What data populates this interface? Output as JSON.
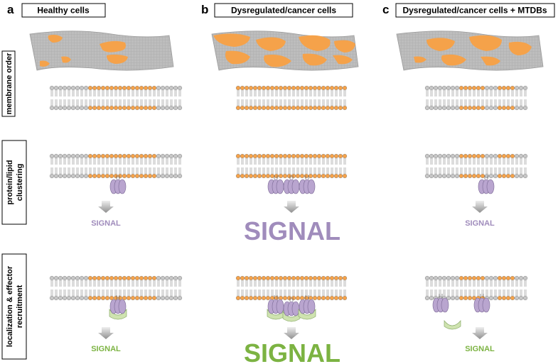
{
  "panels": [
    {
      "letter": "a",
      "title": "Healthy cells"
    },
    {
      "letter": "b",
      "title": "Dysregulated/cancer cells"
    },
    {
      "letter": "c",
      "title": "Dysregulated/cancer cells + MTDBs"
    }
  ],
  "row_labels": {
    "membrane_order": "membrane order",
    "clustering_line1": "protein/lipid",
    "clustering_line2": "clustering",
    "localization_line1": "localization & effector",
    "localization_line2": "recruitment"
  },
  "signal_word": "SIGNAL",
  "colors": {
    "lipid_ordered": "#f5a24a",
    "lipid_disordered": "#c6c6c6",
    "membrane_surface": "#b9b9b9",
    "protein": "#b9a5cf",
    "protein_stroke": "#7c6a96",
    "effector": "#cfe3b0",
    "effector_stroke": "#8aab6a",
    "signal_purple": "#a08cbc",
    "signal_green": "#7cb342"
  }
}
